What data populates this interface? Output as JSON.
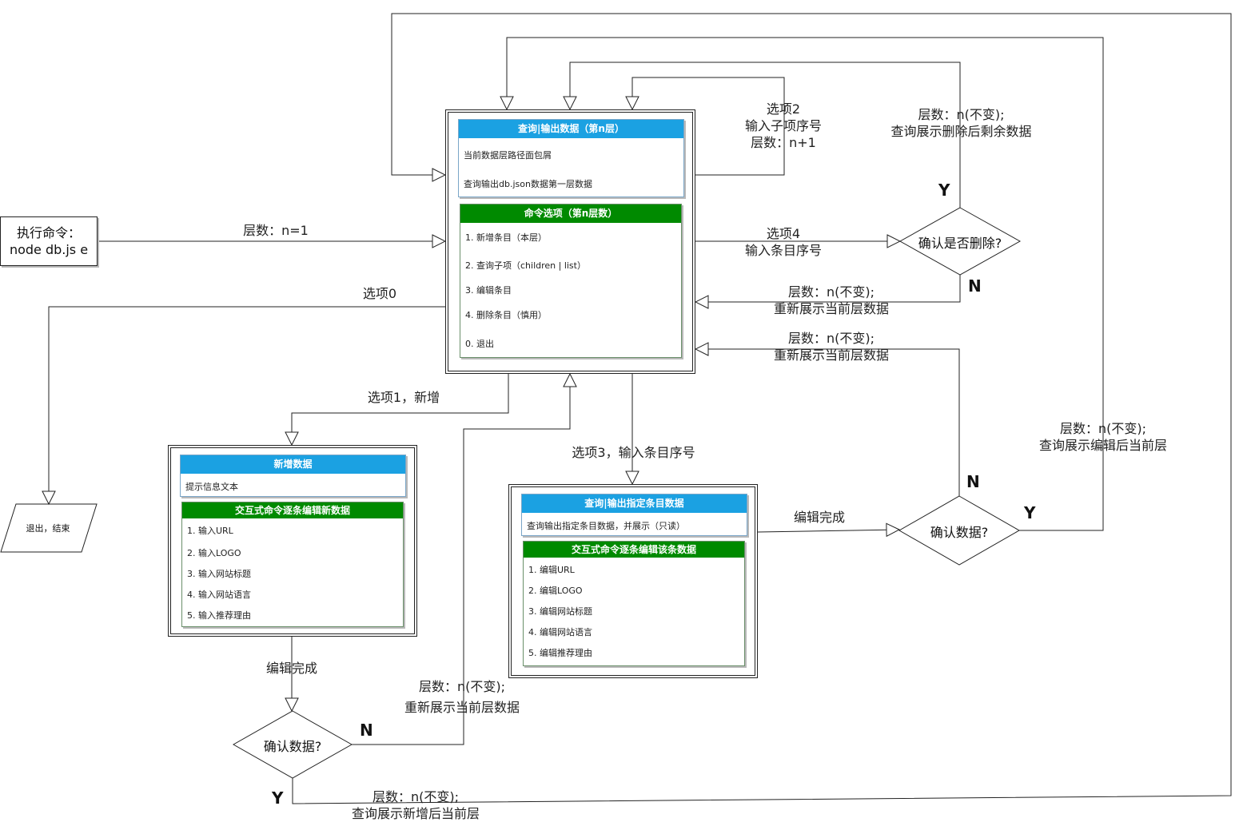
{
  "start": {
    "line1": "执行命令：",
    "line2": "node db.js e"
  },
  "main": {
    "query_title": "查询|输出数据（第n层）",
    "query_rows": [
      "当前数据层路径面包屑",
      "查询输出db.json数据第一层数据"
    ],
    "options_title": "命令选项（第n层数）",
    "options": [
      "1. 新增条目（本层）",
      "2. 查询子项（children | list）",
      "3. 编辑条目",
      "4. 删除条目（慎用）",
      "0. 退出"
    ]
  },
  "add": {
    "title": "新增数据",
    "hint": "提示信息文本",
    "edit_title": "交互式命令逐条编辑新数据",
    "items": [
      "1. 输入URL",
      "2. 输入LOGO",
      "3. 输入网站标题",
      "4. 输入网站语言",
      "5. 输入推荐理由"
    ]
  },
  "edit": {
    "title": "查询|输出指定条目数据",
    "hint": "查询输出指定条目数据，并展示（只读）",
    "edit_title": "交互式命令逐条编辑该条数据",
    "items": [
      "1. 编辑URL",
      "2. 编辑LOGO",
      "3. 编辑网站标题",
      "4. 编辑网站语言",
      "5. 编辑推荐理由"
    ]
  },
  "exit_box": "退出，结束",
  "decisions": {
    "delete": "确认是否删除?",
    "confirm_edit": "确认数据?",
    "confirm_add": "确认数据?"
  },
  "labels": {
    "n1": "层数：n=1",
    "opt0": "选项0",
    "opt2": [
      "选项2",
      "输入子项序号",
      "层数：n+1"
    ],
    "opt4": [
      "选项4",
      "输入条目序号"
    ],
    "del_y": [
      "层数：n(不变);",
      "查询展示删除后剩余数据"
    ],
    "del_n": [
      "层数：n(不变);",
      "重新展示当前层数据"
    ],
    "edit_n": [
      "层数：n(不变);",
      "重新展示当前层数据"
    ],
    "edit_y": [
      "层数：n(不变);",
      "查询展示编辑后当前层"
    ],
    "opt1": "选项1，新增",
    "opt3": "选项3，输入条目序号",
    "edit_done_right": "编辑完成",
    "edit_done_left": "编辑完成",
    "add_n": [
      "层数：n(不变);",
      "重新展示当前层数据"
    ],
    "add_y": [
      "层数：n(不变);",
      "查询展示新增后当前层"
    ]
  },
  "yn": {
    "y": "Y",
    "n": "N"
  }
}
